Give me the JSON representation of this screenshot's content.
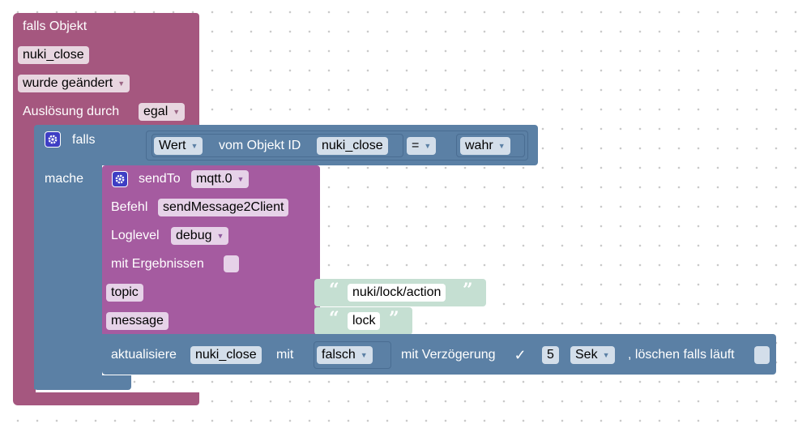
{
  "trigger": {
    "title": "falls Objekt",
    "object_id": "nuki_close",
    "condition": "wurde geändert",
    "trigger_label": "Auslösung durch",
    "trigger_value": "egal"
  },
  "if_block": {
    "falls_label": "falls",
    "mache_label": "mache",
    "value_dropdown": "Wert",
    "from_object_label": "vom Objekt ID",
    "object_id": "nuki_close",
    "operator": "=",
    "compare_value": "wahr"
  },
  "sendto": {
    "label": "sendTo",
    "adapter": "mqtt.0",
    "command_label": "Befehl",
    "command_value": "sendMessage2Client",
    "loglevel_label": "Loglevel",
    "loglevel_value": "debug",
    "results_label": "mit Ergebnissen",
    "topic_label": "topic",
    "topic_value": "nuki/lock/action",
    "message_label": "message",
    "message_value": "lock"
  },
  "update": {
    "label": "aktualisiere",
    "object_id": "nuki_close",
    "with_label": "mit",
    "value": "falsch",
    "delay_label": "mit Verzögerung",
    "delay_checked": "✓",
    "delay_amount": "5",
    "delay_unit": "Sek",
    "clear_label": ", löschen falls läuft"
  },
  "colors": {
    "trigger_block": "#a5577f",
    "logic_block": "#5b80a5",
    "sendto_block": "#a55ba0",
    "text_block": "#c5dfd2",
    "gear": "#3e3ec4"
  }
}
